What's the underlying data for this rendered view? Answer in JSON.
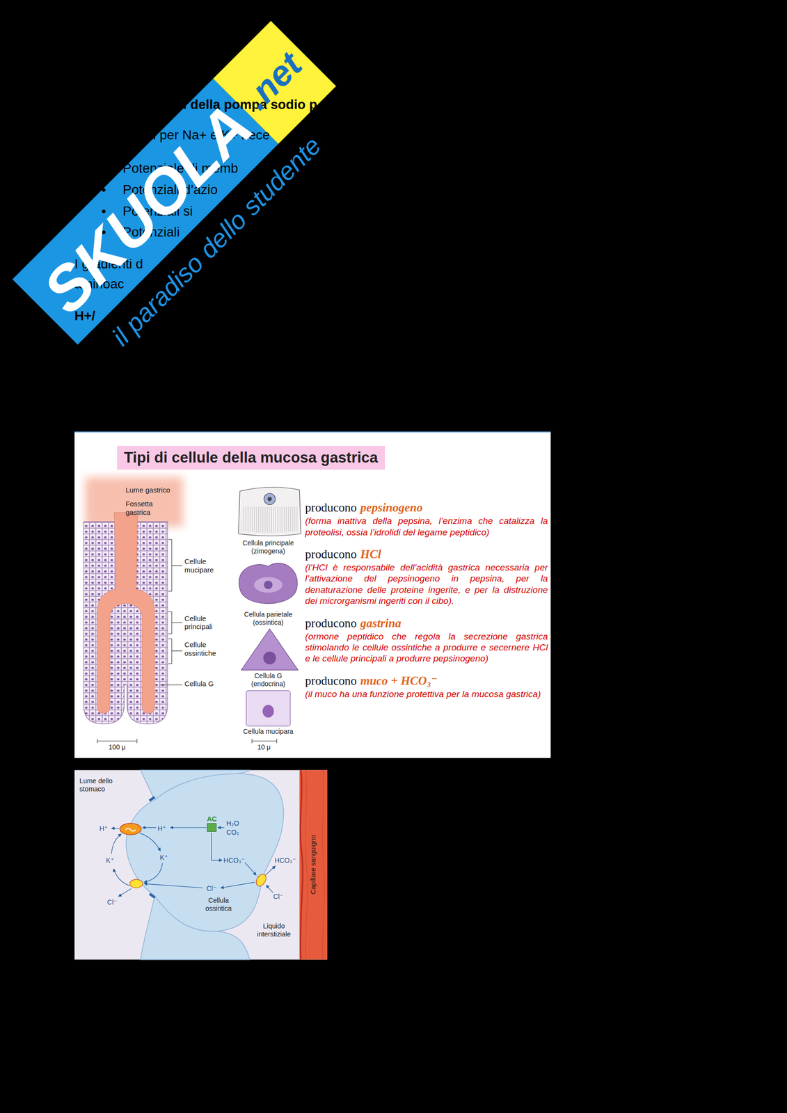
{
  "diagram": {
    "nodes": [
      {
        "text": [
          "Tipi di cellule della mucosa gastrica"
        ]
      },
      {
        "text": [
          "Cellula ossintica"
        ]
      },
      {
        "text": [
          "AC"
        ],
        "in": 1
      },
      {
        "text": [
          "Capillare sanguigno"
        ]
      }
    ],
    "labels": [
      "i della pompa sodio p",
      "enti per Na+ e K+ nece",
      "Potenziale di memb",
      "•",
      "Potenziali d’azio",
      "•",
      "Potenziali si",
      "•",
      "Potenziali",
      "I gradienti d",
      "aminoac",
      "H+/",
      "SKUOLA",
      ".net",
      "il paradiso dello studente",
      "Lume gastrico",
      "Fossetta gastrica",
      "Cellule mucipare",
      "Cellule principali",
      "Cellule ossintiche",
      "Cellula G",
      "100 μ",
      "Cellula principale (zimogena)",
      "Cellula parietale (ossintica)",
      "Cellula G (endocrina)",
      "Cellula mucipara",
      "10 μ",
      "producono",
      "pepsinogeno",
      "(forma inattiva della pepsina, l’enzima che catalizza la proteolisi, ossia l’idrolidi del legame peptidico)",
      "producono",
      "HCl",
      "(l’HCl è responsabile dell’acidità gastrica necessaria per l’attivazione del pepsinogeno in pepsina, per la denaturazione delle proteine ingerite, e per la distruzione dei microrganismi ingeriti con il cibo).",
      "producono",
      "gastrina",
      "(ormone peptidico che regola la secrezione gastrica stimolando le cellule ossintiche a produrre e secernere HCl e le cellule principali a produrre pepsinogeno)",
      "producono",
      "muco + HCO₃⁻",
      "(il muco ha una funzione protettiva per la mucosa gastrica)",
      "Lume dello stomaco",
      "H⁺",
      "H⁺",
      "H₂O",
      "CO₂",
      "K⁺",
      "K⁺",
      "HCO₃⁻",
      "HCO₃⁻",
      "Cl⁻",
      "Cl⁻",
      "Cl⁻",
      "Liquido interstiziale"
    ]
  }
}
